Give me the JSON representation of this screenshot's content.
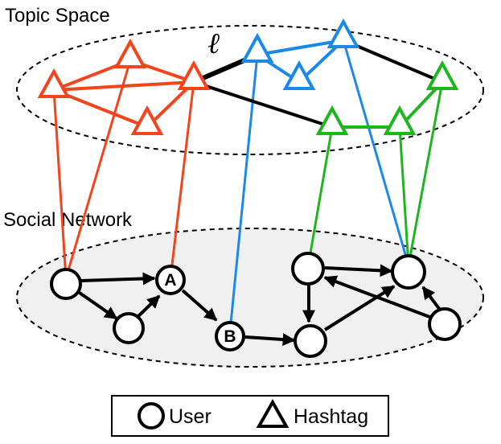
{
  "labels": {
    "topic_space": "Topic Space",
    "social_network": "Social Network",
    "edge_symbol": "ℓ"
  },
  "users": [
    {
      "id": "u1",
      "label": ""
    },
    {
      "id": "u2",
      "label": ""
    },
    {
      "id": "uA",
      "label": "A"
    },
    {
      "id": "uB",
      "label": "B"
    },
    {
      "id": "u5",
      "label": ""
    },
    {
      "id": "u6",
      "label": ""
    },
    {
      "id": "u7",
      "label": ""
    },
    {
      "id": "u8",
      "label": ""
    }
  ],
  "legend": {
    "user_label": "User",
    "hashtag_label": "Hashtag"
  },
  "colors": {
    "red": "#f2441d",
    "blue": "#1b8ae6",
    "green": "#1fb51f",
    "black": "#000000",
    "social_fill": "#f0f0f0"
  }
}
